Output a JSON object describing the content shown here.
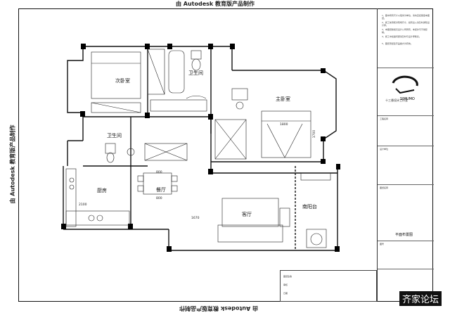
{
  "watermark": "由 Autodesk 教育版产品制作",
  "rooms": {
    "second_bedroom": "次卧室",
    "bathroom_top": "卫生间",
    "master_bedroom": "主卧室",
    "bathroom_left": "卫生间",
    "kitchen": "厨房",
    "dining": "餐厅",
    "living": "客厅",
    "balcony": "南阳台"
  },
  "dimensions": {
    "d1800": "1800",
    "d1700": "1700",
    "d800a": "800",
    "d800b": "800",
    "d2100": "2100",
    "d1670": "1670"
  },
  "title_block": {
    "notes": [
      "1、图中所有尺寸以毫米为单位，请勿直接量度本图纸。",
      "2、施工前须核对现场尺寸，如有出入请及时通知设计师。",
      "3、本图纸版权归设计公司所有，未经许可不得复制。",
      "4、施工中如遇问题请及时与设计师联系。",
      "5、图纸须经签字盖章方为有效。"
    ],
    "logo_text": "SIMUMO",
    "company": "十三香设计工作室",
    "field1_label": "工程名称",
    "field2_label": "设计单位",
    "field3_label": "图纸名称",
    "sheet_title": "平面布置图",
    "field4_label": "图号"
  },
  "footer": {
    "line1": "图纸签收",
    "line2": "审核",
    "line3": "日期"
  },
  "forum": "齐家论坛",
  "colors": {
    "line": "#111111",
    "pillar": "#000000"
  }
}
